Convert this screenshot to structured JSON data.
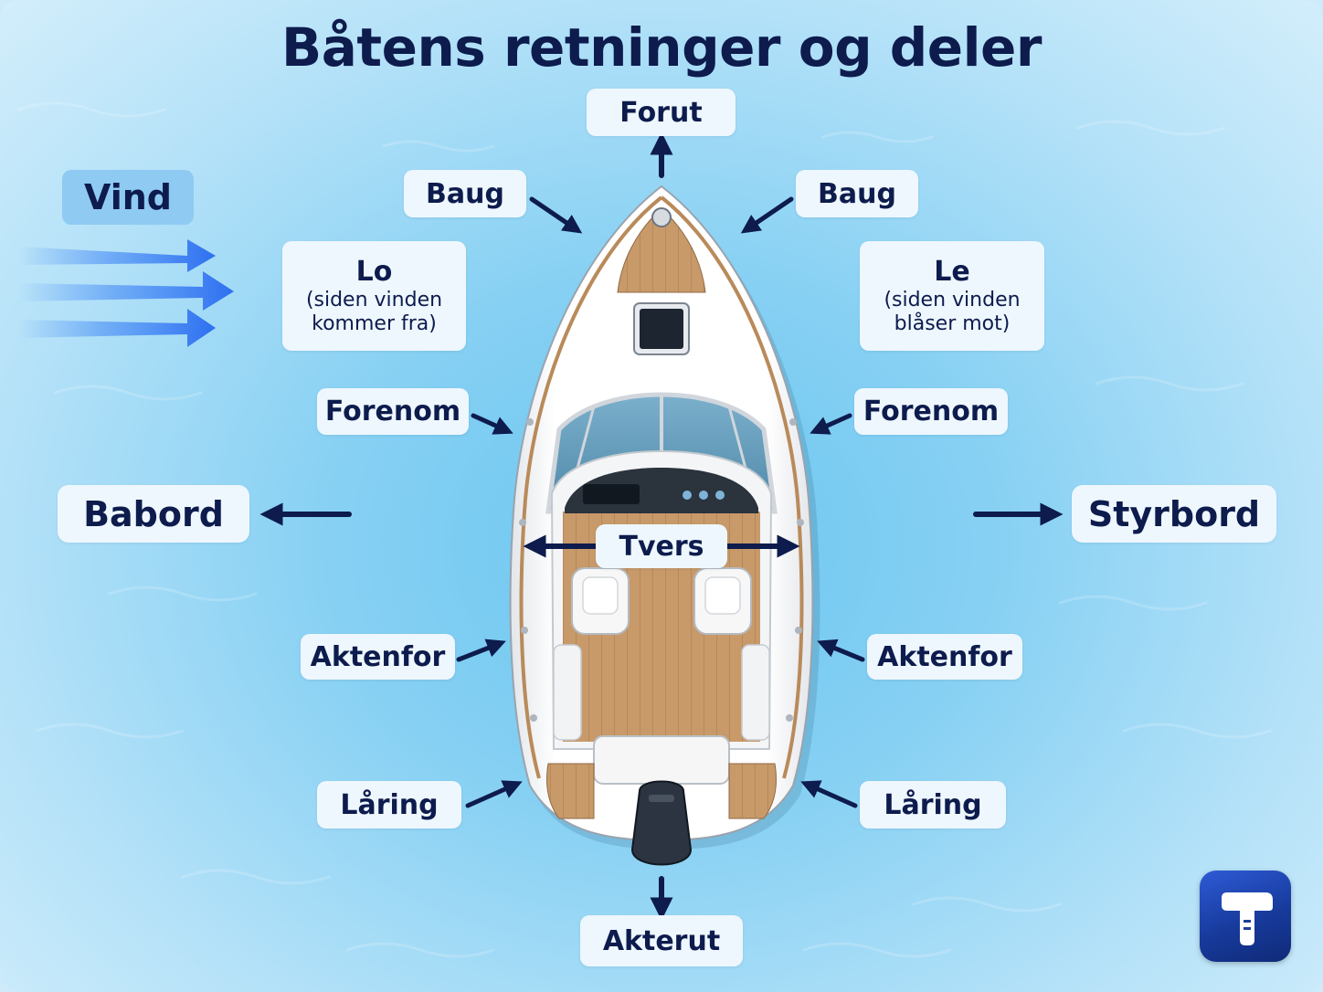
{
  "title": "Båtens retninger og deler",
  "wind": {
    "label": "Vind"
  },
  "directions": {
    "forward": "Forut",
    "aft": "Akterut",
    "port": "Babord",
    "starboard": "Styrbord",
    "abeam": "Tvers"
  },
  "parts": {
    "bow_port": "Baug",
    "bow_starboard": "Baug",
    "forward_beam_port": "Forenom",
    "forward_beam_starboard": "Forenom",
    "aft_beam_port": "Aktenfor",
    "aft_beam_starboard": "Aktenfor",
    "quarter_port": "Låring",
    "quarter_starboard": "Låring"
  },
  "sides": {
    "windward": {
      "name": "Lo",
      "desc_line1": "(siden vinden",
      "desc_line2": "kommer fra)"
    },
    "leeward": {
      "name": "Le",
      "desc_line1": "(siden vinden",
      "desc_line2": "blåser mot)"
    }
  },
  "colors": {
    "navy": "#0d1b4d",
    "wind": "#3b82f6",
    "label_bg": "#eef7fd",
    "teak": "#c89a6a",
    "hull": "#f8f8f6",
    "water": "#86d0f3"
  },
  "logo": {
    "icon": "letter-t-logo-icon"
  }
}
